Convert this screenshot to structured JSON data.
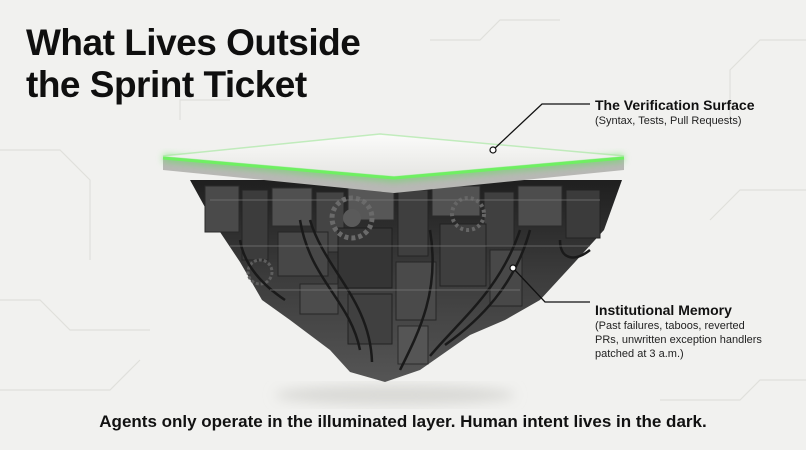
{
  "title_lines": [
    "What Lives Outside",
    "the Sprint Ticket"
  ],
  "callouts": {
    "surface": {
      "heading": "The Verification Surface",
      "detail": "(Syntax, Tests, Pull Requests)"
    },
    "memory": {
      "heading": "Institutional Memory",
      "detail_lines": [
        "(Past failures, taboos, reverted",
        "PRs, unwritten exception handlers",
        "patched at 3 a.m.)"
      ]
    }
  },
  "caption": "Agents only operate in the illuminated layer. Human intent lives in the dark.",
  "colors": {
    "glow": "#5fe05a",
    "platform_top": "#f4f4f2",
    "machinery": "#3a3a3a",
    "background": "#f1f1ef"
  }
}
